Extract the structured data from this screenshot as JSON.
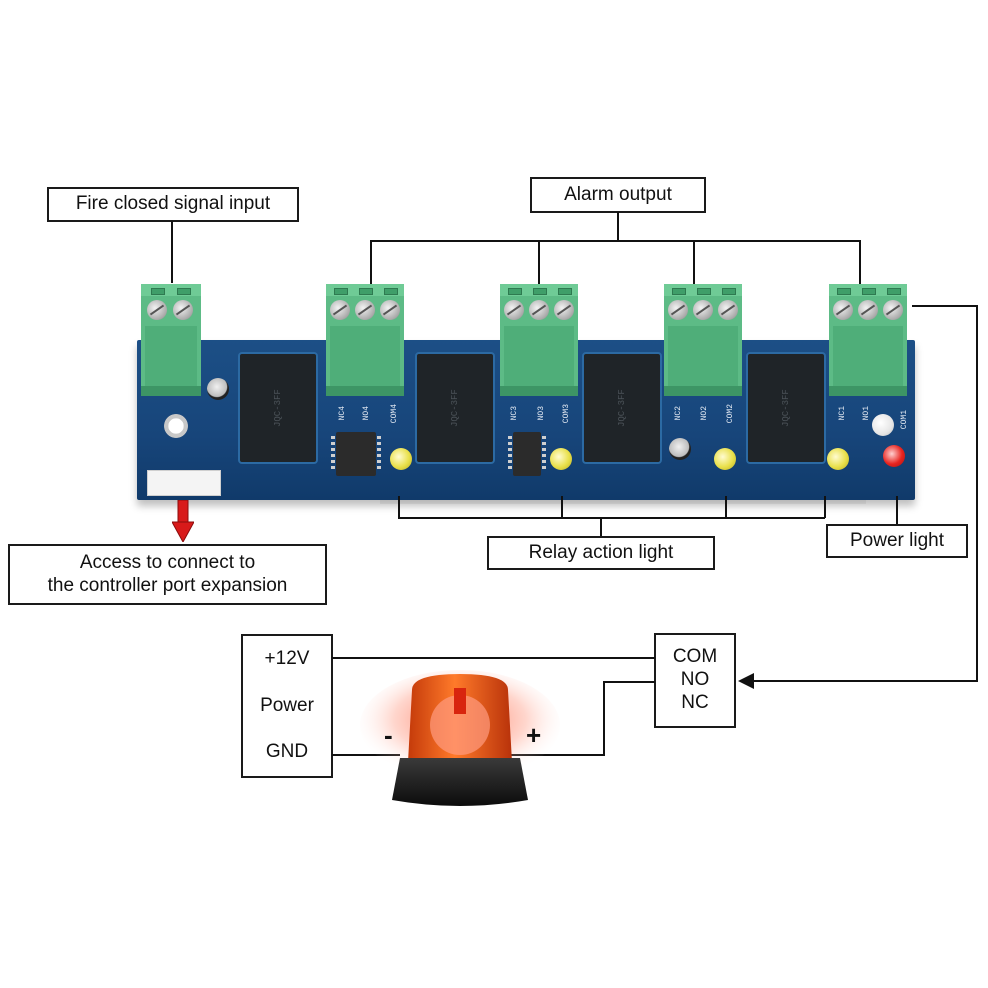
{
  "diagram": {
    "labels": {
      "fire_input": "Fire closed signal input",
      "alarm_output": "Alarm output",
      "controller_port": [
        "Access to connect to",
        "the controller port expansion"
      ],
      "relay_light": "Relay action light",
      "power_light": "Power light"
    },
    "power_box": {
      "plus": "+12V",
      "name": "Power",
      "gnd": "GND"
    },
    "relay_contacts": [
      "COM",
      "NO",
      "NC"
    ],
    "beacon_polarity": {
      "minus": "-",
      "plus": "+"
    },
    "pcb_silkscreen": {
      "relay4": [
        "NC4",
        "NO4",
        "COM4"
      ],
      "relay3": [
        "NC3",
        "NO3",
        "COM3"
      ],
      "relay2": [
        "NC2",
        "NO2",
        "COM2"
      ],
      "relay1": [
        "NC1",
        "NO1",
        "COM1"
      ],
      "relay_marking": "JQC-3FF"
    },
    "colors": {
      "pcb": "#1c4f86",
      "terminal": "#5dbb86",
      "led_relay": "#e9e04a",
      "led_power": "#e8241f",
      "arrow": "#d81a1a",
      "beacon": "#f05a1a"
    }
  }
}
